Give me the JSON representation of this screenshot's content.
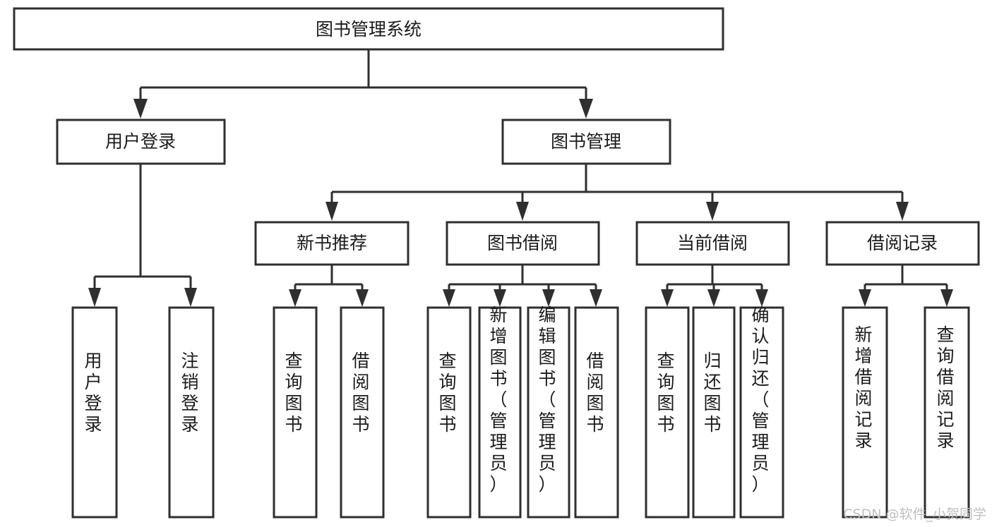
{
  "diagram": {
    "title": "图书管理系统",
    "type": "hierarchy-tree",
    "root": {
      "id": "root",
      "label": "图书管理系统"
    },
    "level2": [
      {
        "id": "user-login",
        "label": "用户登录"
      },
      {
        "id": "book-manage",
        "label": "图书管理"
      }
    ],
    "level3": [
      {
        "id": "new-book-recommend",
        "label": "新书推荐"
      },
      {
        "id": "book-borrow",
        "label": "图书借阅"
      },
      {
        "id": "current-borrow",
        "label": "当前借阅"
      },
      {
        "id": "borrow-record",
        "label": "借阅记录"
      }
    ],
    "leaves": {
      "user_login": [
        {
          "id": "leaf-user-login",
          "label": "用户登录"
        },
        {
          "id": "leaf-logout-login",
          "label": "注销登录"
        }
      ],
      "new_book_recommend": [
        {
          "id": "leaf-query-book-1",
          "label": "查询图书"
        },
        {
          "id": "leaf-borrow-book-1",
          "label": "借阅图书"
        }
      ],
      "book_borrow": [
        {
          "id": "leaf-query-book-2",
          "label": "查询图书"
        },
        {
          "id": "leaf-add-book",
          "label": "新增图书（管理员）"
        },
        {
          "id": "leaf-edit-book",
          "label": "编辑图书（管理员）"
        },
        {
          "id": "leaf-borrow-book-2",
          "label": "借阅图书"
        }
      ],
      "current_borrow": [
        {
          "id": "leaf-query-book-3",
          "label": "查询图书"
        },
        {
          "id": "leaf-return-book",
          "label": "归还图书"
        },
        {
          "id": "leaf-confirm-return",
          "label": "确认归还（管理员）"
        }
      ],
      "borrow_record": [
        {
          "id": "leaf-add-record",
          "label": "新增借阅记录"
        },
        {
          "id": "leaf-query-record",
          "label": "查询借阅记录"
        }
      ]
    }
  },
  "watermark": {
    "text": "CSDN @软件_小贺同学"
  },
  "colors": {
    "box_stroke": "#2f2f2f",
    "box_fill": "#ffffff",
    "text": "#1b1b1b",
    "connector": "#2f2f2f",
    "watermark": "#bfbfbf",
    "background": "#ffffff"
  }
}
